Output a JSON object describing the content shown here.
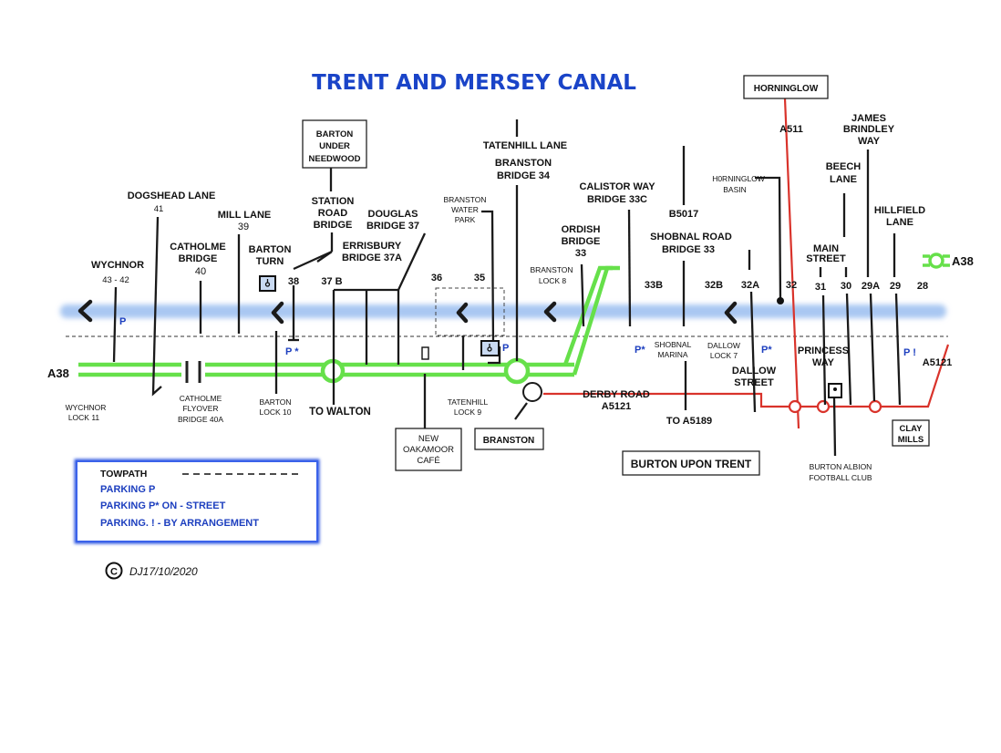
{
  "title": "TRENT AND MERSEY CANAL",
  "colors": {
    "canal": "#a9c7f2",
    "a38": "#66e04a",
    "road": "#d9332b",
    "title": "#1a44c8",
    "legend_border": "#2d56e0"
  },
  "boxes": {
    "horninglow": "HORNINGLOW",
    "barton_under_needwood": [
      "BARTON",
      "UNDER",
      "NEEDWOOD"
    ],
    "new_oakamoor_cafe": [
      "NEW",
      "OAKAMOOR",
      "CAFÉ"
    ],
    "branston": "BRANSTON",
    "burton_upon_trent": "BURTON UPON TRENT",
    "clay_mills": [
      "CLAY",
      "MILLS"
    ]
  },
  "roads": {
    "a38_left": "A38",
    "a38_right": "A38",
    "a511": "A511",
    "b5017": "B5017",
    "a5121": "A5121",
    "derby_road": [
      "DERBY ROAD",
      "A5121"
    ],
    "to_a5189": "TO A5189",
    "to_walton": "TO WALTON"
  },
  "labels": {
    "wychnor": "WYCHNOR",
    "wychnor_num": "43 - 42",
    "dogshead": "DOGSHEAD LANE",
    "dogshead_num": "41",
    "catholme": [
      "CATHOLME",
      "BRIDGE"
    ],
    "catholme_num": "40",
    "mill_lane": "MILL LANE",
    "mill_lane_num": "39",
    "barton_turn": [
      "BARTON",
      "TURN"
    ],
    "station_road": [
      "STATION",
      "ROAD",
      "BRIDGE"
    ],
    "douglas": [
      "DOUGLAS",
      "BRIDGE 37"
    ],
    "errisbury": [
      "ERRISBURY",
      "BRIDGE 37A"
    ],
    "branston_water_park": [
      "BRANSTON",
      "WATER",
      "PARK"
    ],
    "tatenhill_lane": "TATENHILL LANE",
    "branston_bridge": [
      "BRANSTON",
      "BRIDGE 34"
    ],
    "calistor": [
      "CALISTOR WAY",
      "BRIDGE 33C"
    ],
    "ordish": [
      "ORDISH",
      "BRIDGE",
      "33"
    ],
    "branston_lock": [
      "BRANSTON",
      "LOCK 8"
    ],
    "shobnal_road": [
      "SHOBNAL ROAD",
      "BRIDGE 33"
    ],
    "horninglow_basin": [
      "H0RNINGLOW",
      "BASIN"
    ],
    "james_brindley": [
      "JAMES",
      "BRINDLEY",
      "WAY"
    ],
    "beech_lane": [
      "BEECH",
      "LANE"
    ],
    "hillfield": [
      "HILLFIELD",
      "LANE"
    ],
    "main_street": [
      "MAIN",
      "STREET"
    ],
    "princess_way": [
      "PRINCESS",
      "WAY"
    ],
    "dallow_street": [
      "DALLOW",
      "STREET"
    ],
    "dallow_lock": [
      "DALLOW",
      "LOCK 7"
    ],
    "shobnal_marina": [
      "SHOBNAL",
      "MARINA"
    ],
    "wychnor_lock": [
      "WYCHNOR",
      "LOCK 11"
    ],
    "catholme_flyover": [
      "CATHOLME",
      "FLYOVER",
      "BRIDGE 40A"
    ],
    "barton_lock": [
      "BARTON",
      "LOCK 10"
    ],
    "tatenhill_lock": [
      "TATENHILL",
      "LOCK 9"
    ],
    "burton_albion": [
      "BURTON ALBION",
      "FOOTBALL CLUB"
    ]
  },
  "bridge_numbers": {
    "n38": "38",
    "n37b": "37 B",
    "n36": "36",
    "n35": "35",
    "n33b": "33B",
    "n32b": "32B",
    "n32a": "32A",
    "n32": "32",
    "n31": "31",
    "n30": "30",
    "n29a": "29A",
    "n29": "29",
    "n28": "28"
  },
  "parking": {
    "p1": "P",
    "p2": "P *",
    "p3": "P",
    "p4": "P*",
    "p5": "P*",
    "p6": "P !"
  },
  "legend": {
    "towpath": "TOWPATH",
    "parking": "PARKING  P",
    "onstreet": "PARKING  P*  ON - STREET",
    "arrangement": "PARKING. !  -  BY ARRANGEMENT"
  },
  "copyright_symbol": "C",
  "credit": "DJ17/10/2020"
}
